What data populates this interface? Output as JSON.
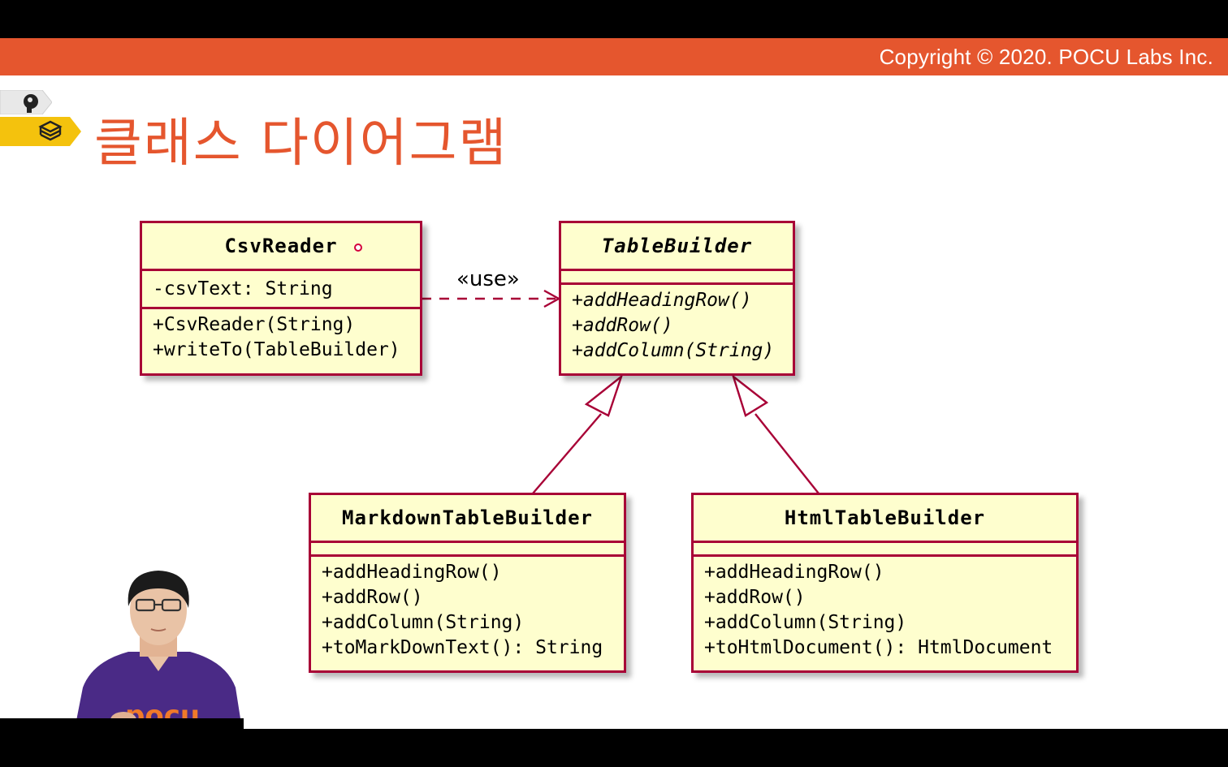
{
  "header": {
    "copyright": "Copyright © 2020. POCU Labs Inc.",
    "accent_color": "#e5562e"
  },
  "page": {
    "title": "클래스 다이어그램",
    "nav_icons": [
      "head-gear-icon",
      "books-icon"
    ]
  },
  "diagram": {
    "stereotype_label": "«use»",
    "classes": {
      "csv_reader": {
        "name": "CsvReader",
        "attributes": [
          "-csvText: String"
        ],
        "methods": [
          "+CsvReader(String)",
          "+writeTo(TableBuilder)"
        ]
      },
      "table_builder": {
        "name": "TableBuilder",
        "abstract": true,
        "attributes": [],
        "methods": [
          "+addHeadingRow()",
          "+addRow()",
          "+addColumn(String)"
        ]
      },
      "markdown_table_builder": {
        "name": "MarkdownTableBuilder",
        "attributes": [],
        "methods": [
          "+addHeadingRow()",
          "+addRow()",
          "+addColumn(String)",
          "+toMarkDownText(): String"
        ]
      },
      "html_table_builder": {
        "name": "HtmlTableBuilder",
        "attributes": [],
        "methods": [
          "+addHeadingRow()",
          "+addRow()",
          "+addColumn(String)",
          "+toHtmlDocument(): HtmlDocument"
        ]
      }
    },
    "relations": [
      {
        "type": "dependency",
        "from": "CsvReader",
        "to": "TableBuilder",
        "label": "«use»"
      },
      {
        "type": "generalization",
        "from": "MarkdownTableBuilder",
        "to": "TableBuilder"
      },
      {
        "type": "generalization",
        "from": "HtmlTableBuilder",
        "to": "TableBuilder"
      }
    ],
    "colors": {
      "box_fill": "#fefece",
      "border": "#a80036"
    }
  },
  "presenter": {
    "shirt_text": "pocu"
  }
}
